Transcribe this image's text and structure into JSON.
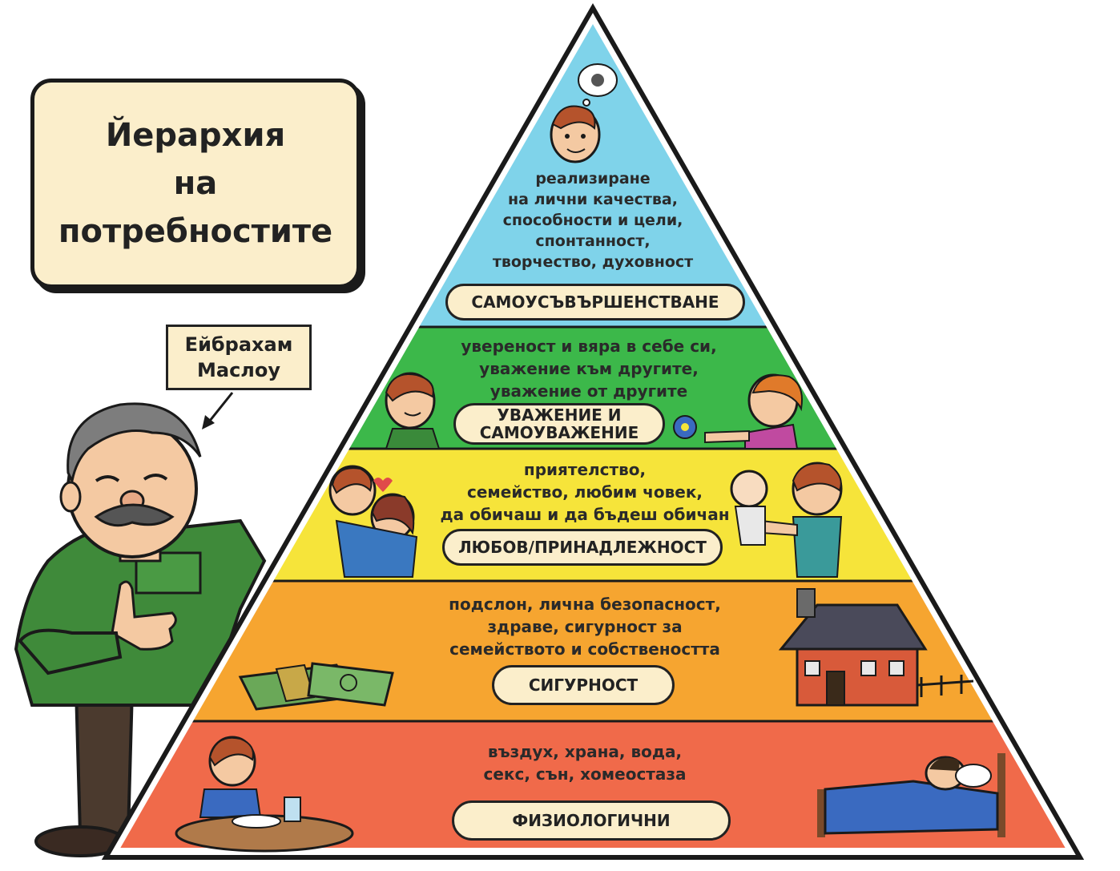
{
  "title": {
    "lines": [
      "Йерархия",
      "на",
      "потребностите"
    ]
  },
  "author_label": {
    "lines": [
      "Ейбрахам",
      "Маслоу"
    ]
  },
  "colors": {
    "self_actualization": "#7fd3ea",
    "esteem": "#3cb84a",
    "love": "#f6e43a",
    "safety": "#f6a530",
    "physiological": "#f06a4a",
    "box_fill": "#fbeecb",
    "outline": "#1a1a1a"
  },
  "levels": [
    {
      "id": "self_actualization",
      "label_lines": [
        "САМОУСЪВЪРШЕНСТВАНЕ"
      ],
      "description_lines": [
        "реализиране",
        "на лични качества,",
        "способности и цели,",
        "спонтанност,",
        "творчество, духовност"
      ],
      "icons": [
        "thinking-boy-icon"
      ]
    },
    {
      "id": "esteem",
      "label_lines": [
        "УВАЖЕНИЕ И",
        "САМОУВАЖЕНИЕ"
      ],
      "description_lines": [
        "увереност и вяра в себе си,",
        "уважение към другите,",
        "уважение от другите"
      ],
      "icons": [
        "boy-icon",
        "girl-giving-flower-icon"
      ]
    },
    {
      "id": "love",
      "label_lines": [
        "ЛЮБОВ/ПРИНАДЛЕЖНОСТ"
      ],
      "description_lines": [
        "приятелство,",
        "семейство, любим човек,",
        "да обичаш и да бъдеш обичан"
      ],
      "icons": [
        "hugging-couple-icon",
        "father-with-baby-icon"
      ]
    },
    {
      "id": "safety",
      "label_lines": [
        "СИГУРНОСТ"
      ],
      "description_lines": [
        "подслон, лична безопасност,",
        "здраве, сигурност за",
        "семейството и собствеността"
      ],
      "icons": [
        "money-icon",
        "house-icon"
      ]
    },
    {
      "id": "physiological",
      "label_lines": [
        "ФИЗИОЛОГИЧНИ"
      ],
      "description_lines": [
        "въздух, храна, вода,",
        "секс, сън, хомеостаза"
      ],
      "icons": [
        "boy-eating-icon",
        "sleeping-in-bed-icon"
      ]
    }
  ]
}
